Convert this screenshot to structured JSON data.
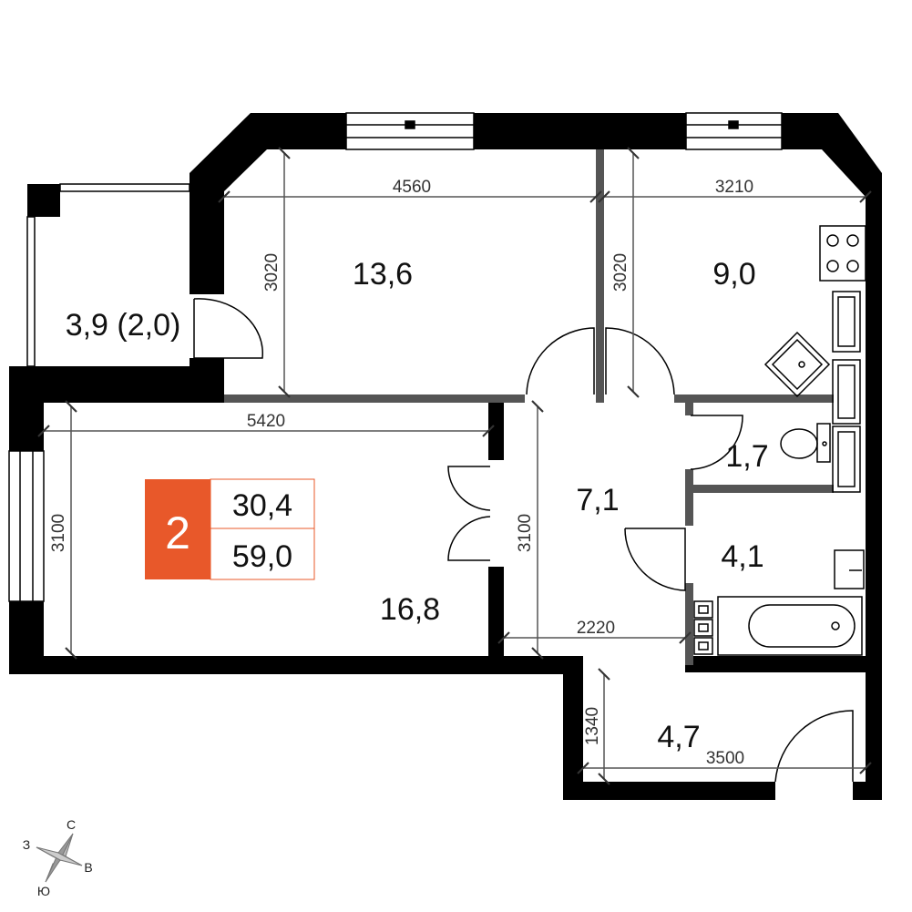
{
  "colors": {
    "wall": "#000000",
    "accent": "#E8582A",
    "dim": "#555555",
    "partition": "#555555"
  },
  "rooms": [
    {
      "id": "balcony",
      "area": "3,9 (2,0)"
    },
    {
      "id": "room-north",
      "area": "13,6"
    },
    {
      "id": "kitchen",
      "area": "9,0"
    },
    {
      "id": "toilet",
      "area": "1,7"
    },
    {
      "id": "hall",
      "area": "7,1"
    },
    {
      "id": "bathroom",
      "area": "4,1"
    },
    {
      "id": "living",
      "area": "16,8"
    },
    {
      "id": "entrance",
      "area": "4,7"
    }
  ],
  "dimensions": [
    "4560",
    "3210",
    "3020",
    "3020",
    "5420",
    "3100",
    "3100",
    "2220",
    "1340",
    "3500"
  ],
  "badge": {
    "rooms": "2",
    "living_area": "30,4",
    "total_area": "59,0"
  },
  "compass": {
    "north": "С",
    "east": "В",
    "south": "Ю",
    "west": "З"
  }
}
